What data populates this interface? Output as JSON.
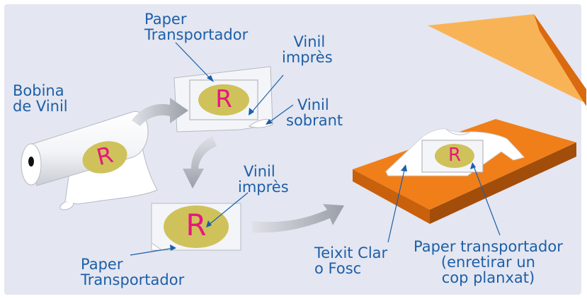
{
  "labels": {
    "bobina": [
      "Bobina",
      "de Vinil"
    ],
    "paper_transportador_top": [
      "Paper",
      "Transportador"
    ],
    "vinil_impres_top": [
      "Vinil",
      "imprès"
    ],
    "vinil_sobrant": [
      "Vinil",
      "sobrant"
    ],
    "vinil_impres_mid": [
      "Vinil",
      "imprès"
    ],
    "paper_transportador_bottom": [
      "Paper",
      "Transportador"
    ],
    "teixit": [
      "Teixit Clar",
      "o Fosc"
    ],
    "paper_transportador_right": [
      "Paper transportador",
      "(enretirar un",
      "cop planxat)"
    ]
  },
  "logo_letter": "R",
  "colors": {
    "label_text": "#1c5fa8",
    "background_panel": "#e4e6f1",
    "logo_oval": "#cfc25a",
    "logo_letter": "#e6177f",
    "press_orange": "#f07f1a",
    "lid_orange": "#f9b357",
    "arrow_gray": "#a9aeb6"
  }
}
